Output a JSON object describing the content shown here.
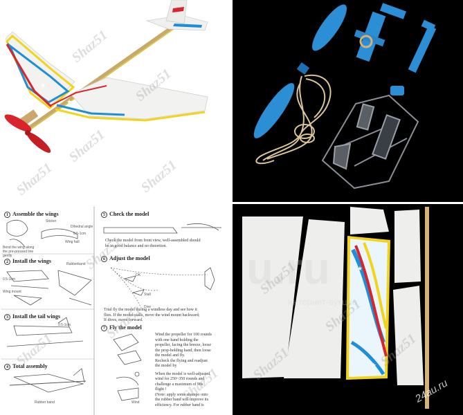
{
  "watermarks": {
    "shop": "Shaz51",
    "site": "u.ru",
    "site_sub": "интернет-аукцио",
    "corner": "24au.ru"
  },
  "manual": {
    "sections": [
      {
        "num": "1",
        "title": "Assemble the wings",
        "labels": [
          "Sticker",
          "Dihedral angle",
          "0.5-1cm",
          "Wing hall",
          "Bend the wing along the pre-pressed line gently"
        ]
      },
      {
        "num": "2",
        "title": "Install the wings",
        "labels": [
          "Rubberband",
          "0.5-1cm",
          "Wing mount"
        ]
      },
      {
        "num": "3",
        "title": "Install the tail wings",
        "labels": [
          "0.5-1cm"
        ]
      },
      {
        "num": "4",
        "title": "Total assembly",
        "labels": [
          "Rubber band"
        ]
      }
    ],
    "steps": [
      {
        "num": "5",
        "title": "Check the model",
        "text": [
          "Check the model from front view, well-assembled should",
          "be in good balance and no distortion."
        ]
      },
      {
        "num": "6",
        "title": "Adjust the model",
        "labels": [
          "OK",
          "Stall",
          "Dive"
        ],
        "text": [
          "Trial fly the model during a windless day and see how it",
          "flies. If the model stalls, move the wind mount backward;",
          "If dives, move forward."
        ]
      },
      {
        "num": "7",
        "title": "Fly the model",
        "labels": [
          "Wind"
        ],
        "text": [
          "Wind the propeller for 100 rounds",
          "with one hand holding the",
          "propeller, facing the breeze, loose",
          "the prop-holding hand, then loose",
          "the model and fly.",
          "Recheck the flying and readjust",
          "the model by",
          "When the model is well-adjusted,",
          "wind for 250~350 rounds and",
          "challenge a maximum of 90s",
          "flight !",
          "(Note: apply some shampo onto",
          "the rubber band will improve its",
          "efficiency. For rubber band is"
        ]
      }
    ]
  },
  "colors": {
    "propeller_blue": "#2c8fd6",
    "propeller_red": "#d8242a",
    "wing_stripe_yellow": "#f2d41c",
    "wing_stripe_blue": "#1f8ed8",
    "foam": "#eeeeec"
  }
}
